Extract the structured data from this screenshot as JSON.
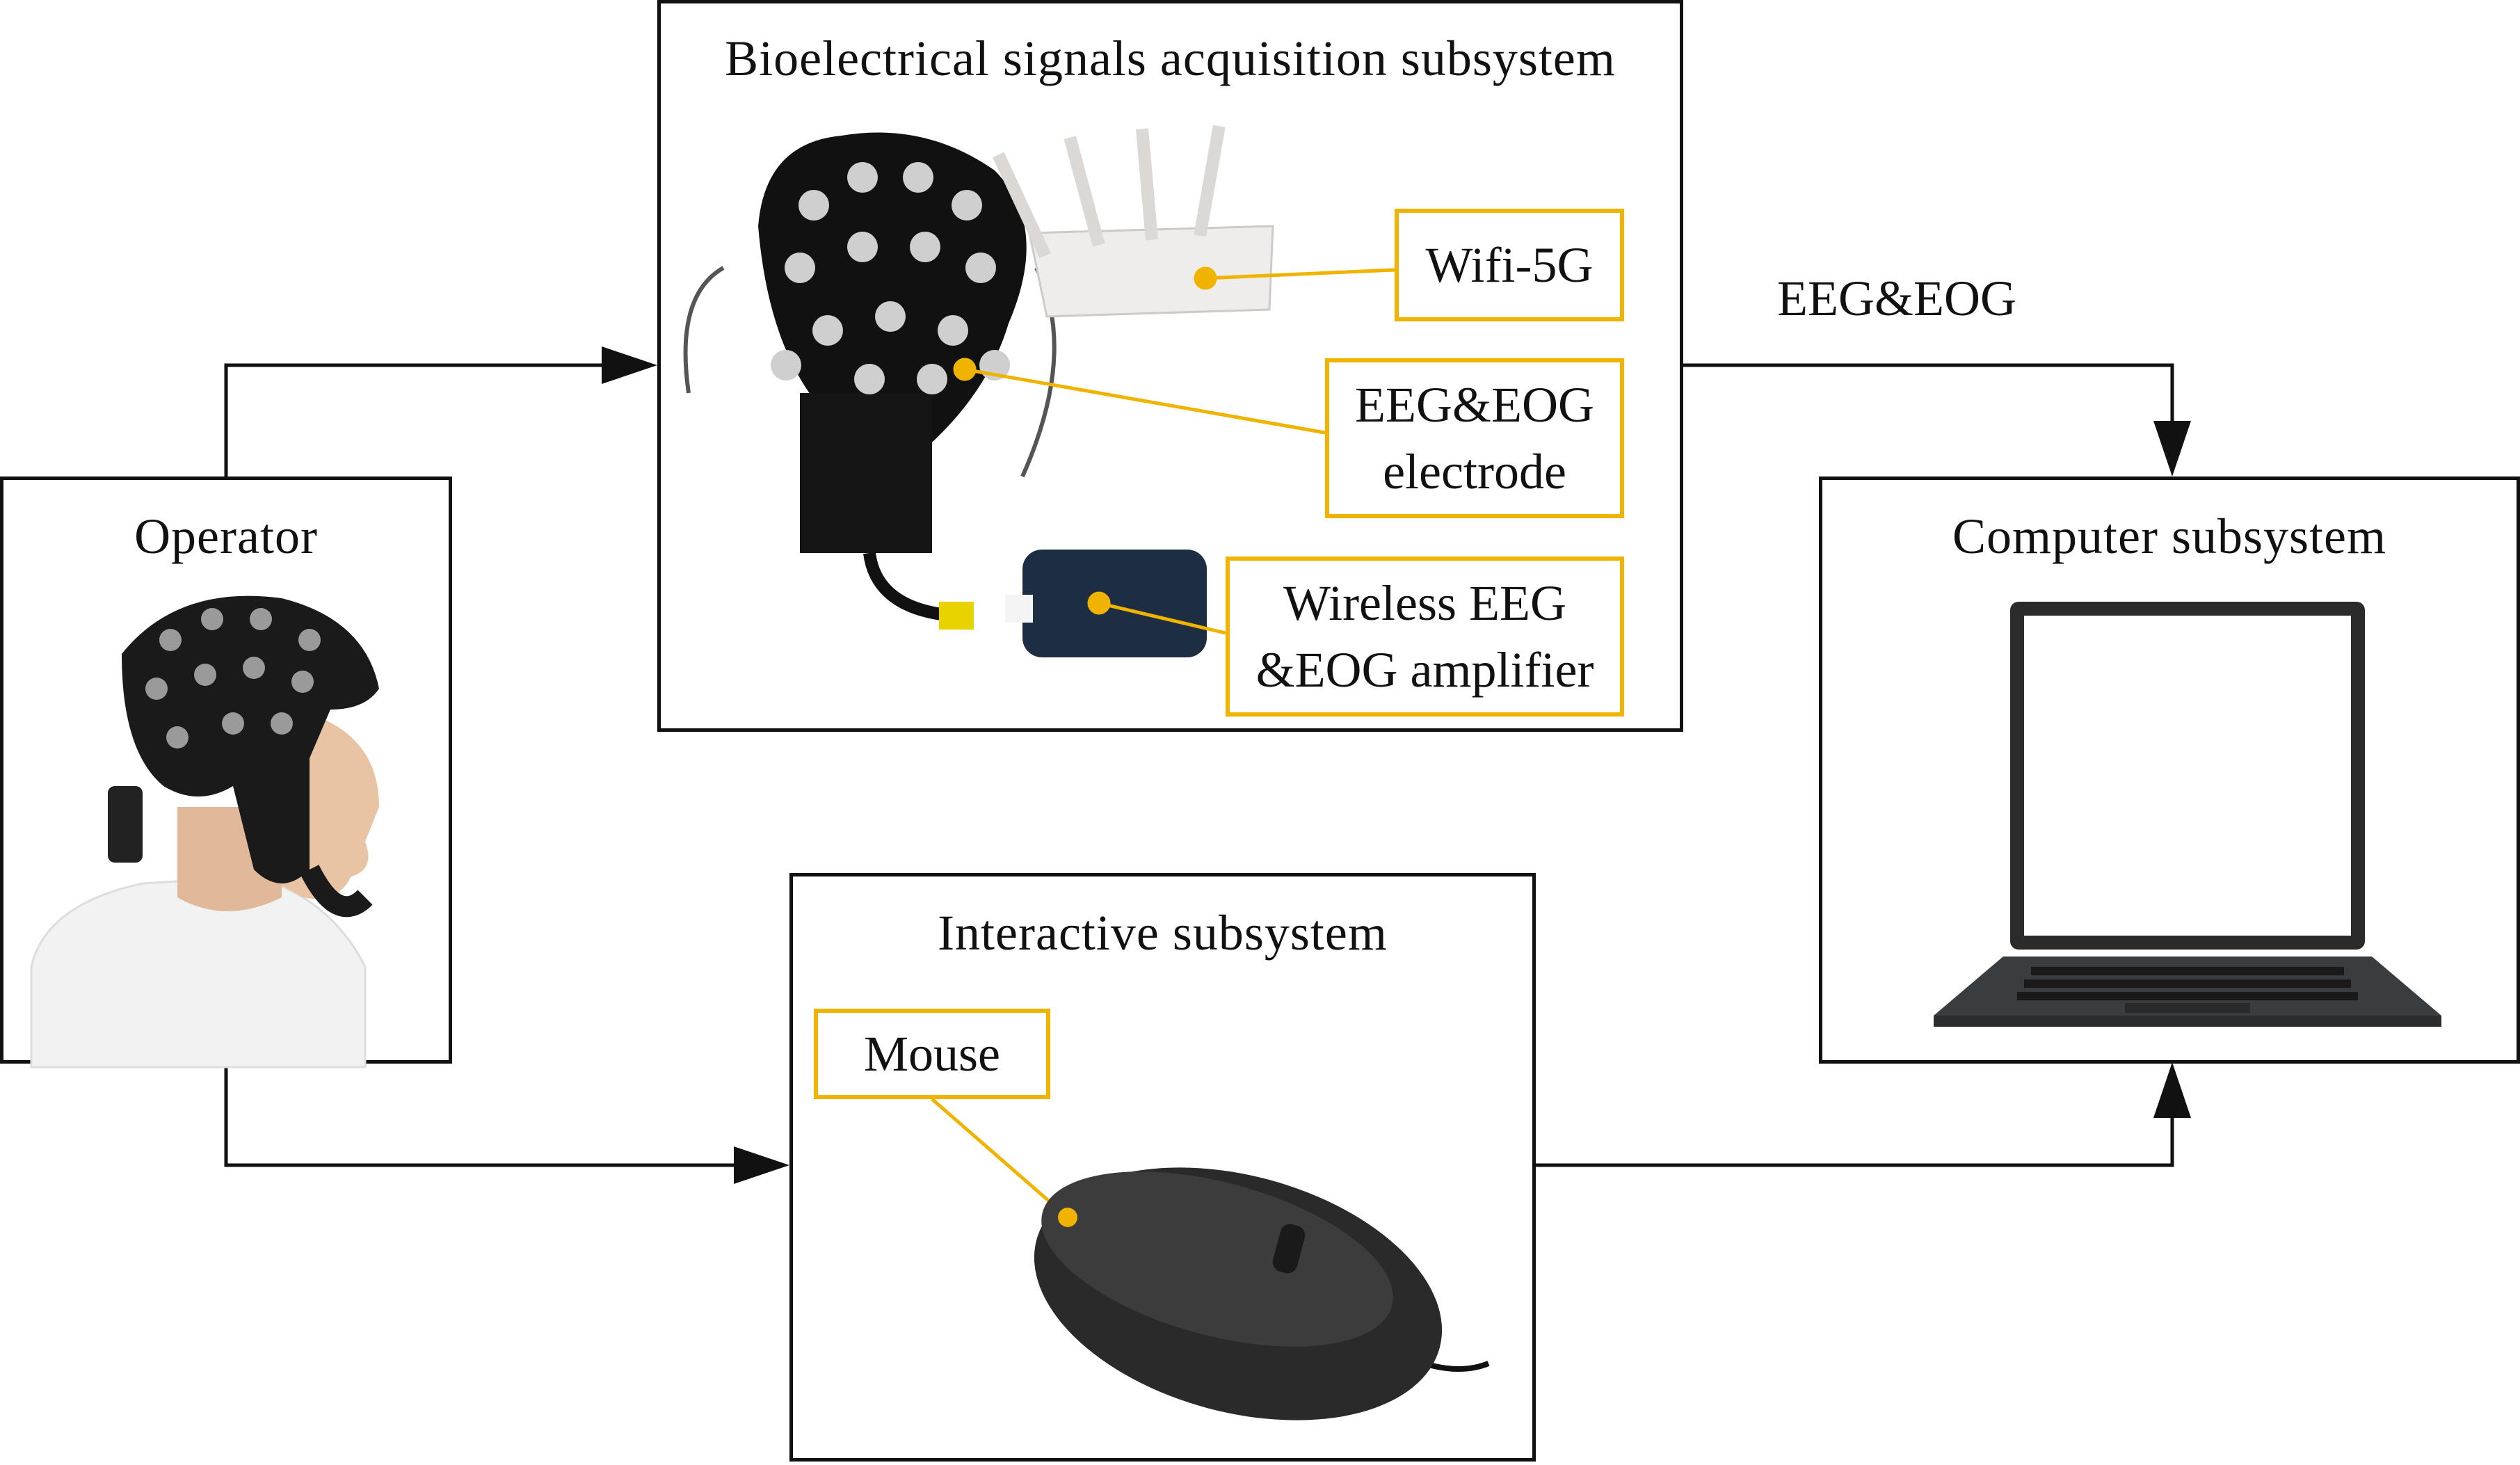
{
  "boxes": {
    "operator": {
      "title": "Operator"
    },
    "acquisition": {
      "title": "Bioelectrical signals acquisition subsystem"
    },
    "computer": {
      "title": "Computer subsystem"
    },
    "interactive": {
      "title": "Interactive subsystem"
    }
  },
  "callouts": {
    "wifi": "Wifi-5G",
    "electrode": "EEG&EOG\nelectrode",
    "amplifier": "Wireless EEG\n&EOG amplifier",
    "mouse": "Mouse"
  },
  "flow_label": "EEG&EOG",
  "colors": {
    "callout_border": "#f0b400",
    "line": "#111111",
    "leader": "#f0b400"
  },
  "icons": [
    "eeg-cap-head-icon",
    "eeg-cap-icon",
    "router-icon",
    "amplifier-icon",
    "laptop-icon",
    "mouse-icon"
  ]
}
